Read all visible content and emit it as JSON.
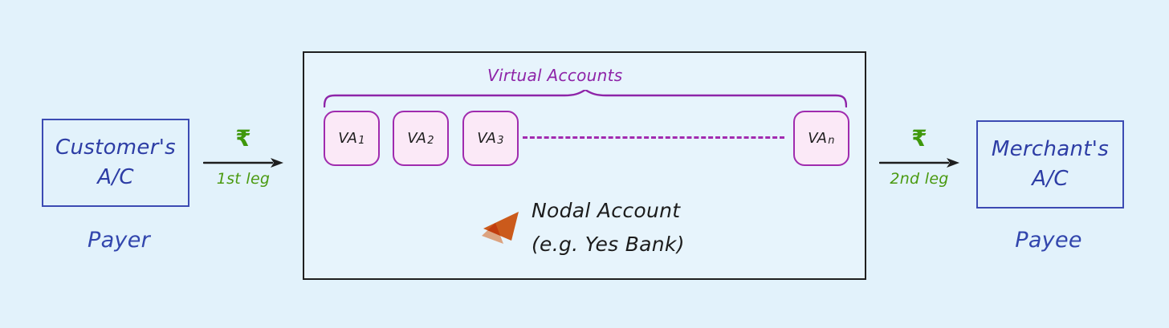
{
  "diagram": {
    "payer": {
      "line1": "Customer's",
      "line2": "A/C",
      "caption": "Payer"
    },
    "leg1": {
      "currency": "₹",
      "label": "1st leg"
    },
    "nodal_box": {
      "brace_label": "Virtual Accounts",
      "accounts": [
        {
          "base": "VA",
          "sub": "1"
        },
        {
          "base": "VA",
          "sub": "2"
        },
        {
          "base": "VA",
          "sub": "3"
        },
        {
          "base": "VA",
          "sub": "n"
        }
      ],
      "title": "Nodal Account",
      "subtitle": "(e.g. Yes Bank)"
    },
    "leg2": {
      "currency": "₹",
      "label": "2nd leg"
    },
    "payee": {
      "line1": "Merchant's",
      "line2": "A/C",
      "caption": "Payee"
    },
    "colors": {
      "background": "#e2f2fb",
      "blue_border": "#3c4bb3",
      "blue_text": "#2d3da5",
      "green": "#4a9a10",
      "purple": "#9c27b0",
      "pink_fill": "#fbe9f7",
      "orange_dark": "#cb5a1b",
      "orange_light": "#f2a174",
      "ink": "#1e1e1e"
    }
  }
}
